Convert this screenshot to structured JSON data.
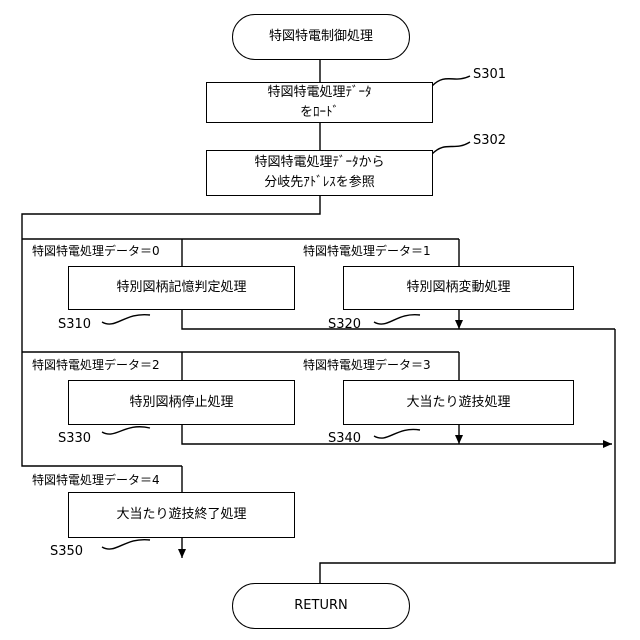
{
  "flow": {
    "start": "特図特電制御処理",
    "end": "RETURN",
    "s301": {
      "line1": "特図特電処理ﾃﾞｰﾀ",
      "line2": "をﾛｰﾄﾞ",
      "step": "S301"
    },
    "s302": {
      "line1": "特図特電処理ﾃﾞｰﾀから",
      "line2": "分岐先ｱﾄﾞﾚｽを参照",
      "step": "S302"
    },
    "branches": [
      {
        "condition": "特図特電処理データ＝0",
        "process": "特別図柄記憶判定処理",
        "step": "S310"
      },
      {
        "condition": "特図特電処理データ＝1",
        "process": "特別図柄変動処理",
        "step": "S320"
      },
      {
        "condition": "特図特電処理データ＝2",
        "process": "特別図柄停止処理",
        "step": "S330"
      },
      {
        "condition": "特図特電処理データ＝3",
        "process": "大当たり遊技処理",
        "step": "S340"
      },
      {
        "condition": "特図特電処理データ＝4",
        "process": "大当たり遊技終了処理",
        "step": "S350"
      }
    ]
  }
}
